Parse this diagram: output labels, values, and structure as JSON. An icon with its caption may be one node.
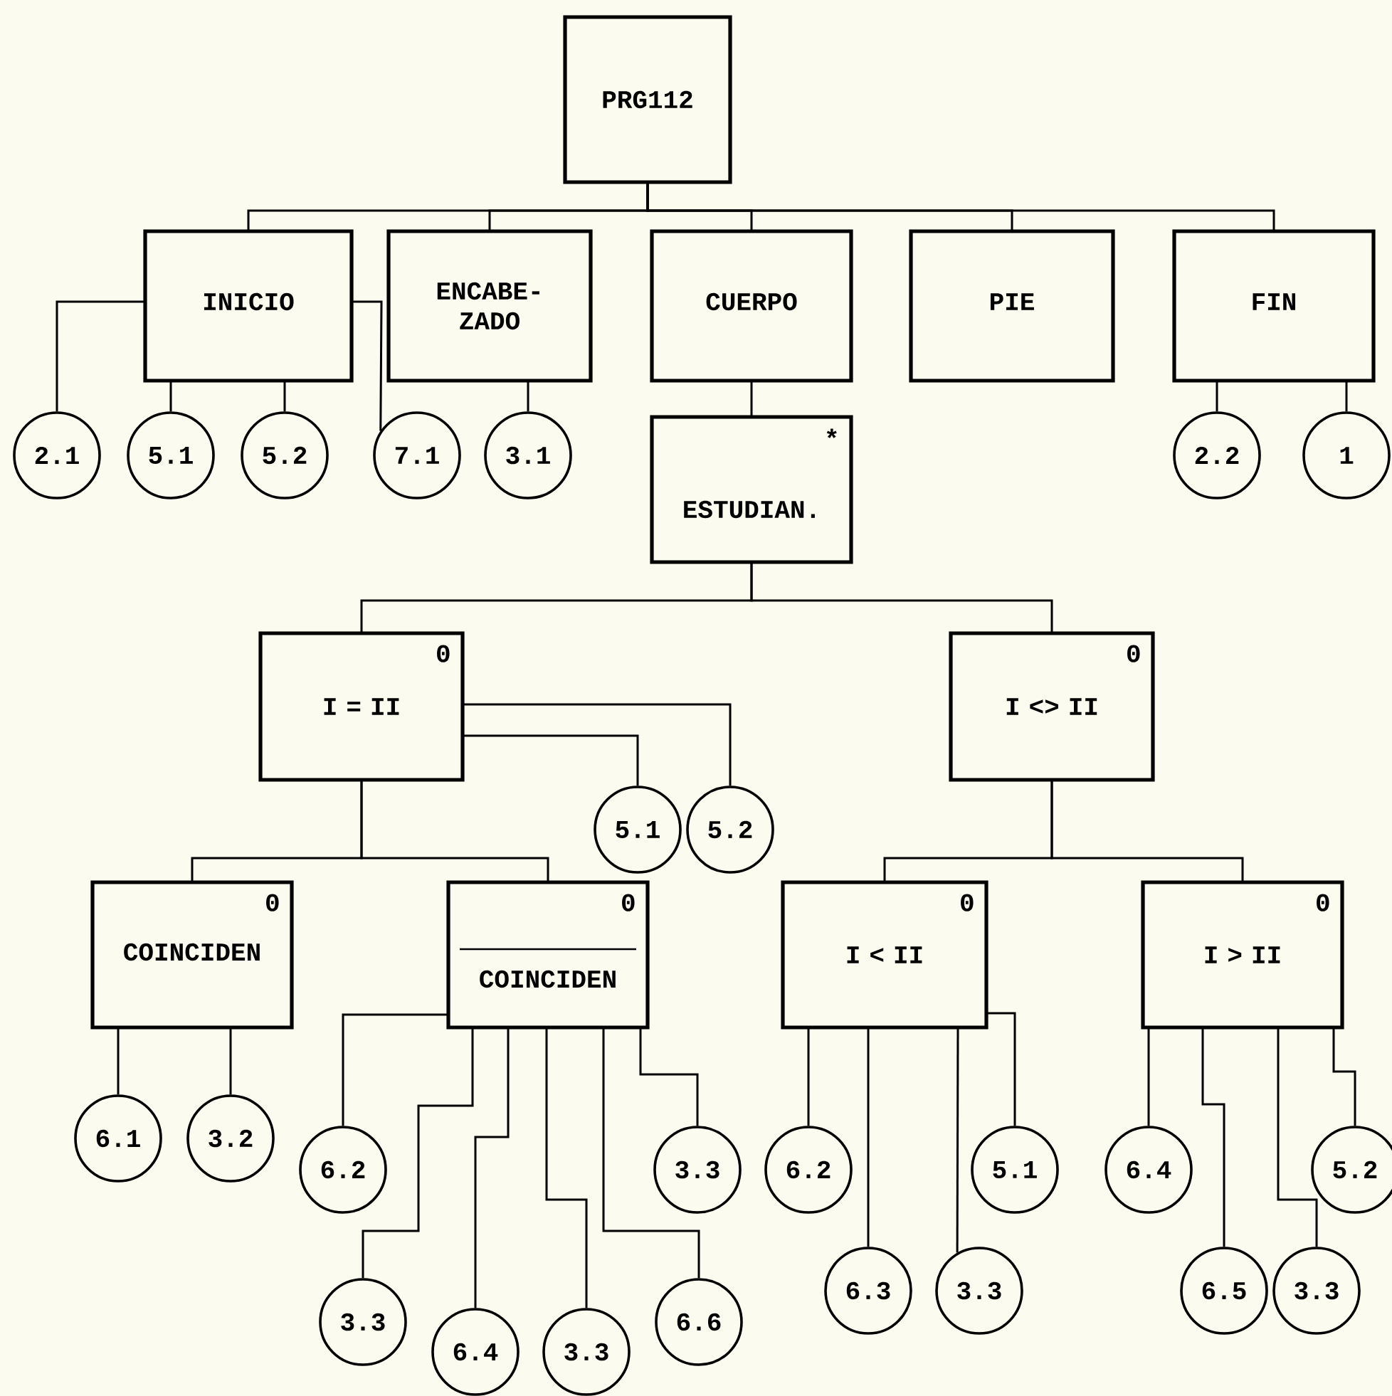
{
  "diagram": {
    "nodes": [
      {
        "text": [
          "PRG112"
        ]
      },
      {
        "text": [
          "INICIO"
        ]
      },
      {
        "text": [
          "ENCABE- ZADO"
        ]
      },
      {
        "text": [
          "CUERPO"
        ]
      },
      {
        "text": [
          "PIE"
        ]
      },
      {
        "text": [
          "FIN"
        ]
      },
      {
        "text": [
          "2.1"
        ]
      },
      {
        "text": [
          "5.1"
        ]
      },
      {
        "text": [
          "5.2"
        ]
      },
      {
        "text": [
          "7.1"
        ]
      },
      {
        "text": [
          "3.1"
        ]
      },
      {
        "text": [
          "ESTUDIAN.",
          "*"
        ]
      },
      {
        "text": [
          "2.2"
        ]
      },
      {
        "text": [
          "1"
        ]
      },
      {
        "text": [
          "I = II",
          "0"
        ]
      },
      {
        "text": [
          "I <> II",
          "0"
        ]
      },
      {
        "text": [
          "5.1"
        ]
      },
      {
        "text": [
          "5.2"
        ]
      },
      {
        "text": [
          "COINCIDEN",
          "0"
        ]
      },
      {
        "text": [
          "COINCIDEN",
          "0"
        ]
      },
      {
        "text": [
          "I < II",
          "0"
        ]
      },
      {
        "text": [
          "I > II",
          "0"
        ]
      },
      {
        "text": [
          "6.1"
        ]
      },
      {
        "text": [
          "3.2"
        ]
      },
      {
        "text": [
          "6.2"
        ]
      },
      {
        "text": [
          "3.3"
        ]
      },
      {
        "text": [
          "6.2"
        ]
      },
      {
        "text": [
          "5.1"
        ]
      },
      {
        "text": [
          "6.4"
        ]
      },
      {
        "text": [
          "5.2"
        ]
      },
      {
        "text": [
          "3.3"
        ]
      },
      {
        "text": [
          "6.4"
        ]
      },
      {
        "text": [
          "3.3"
        ]
      },
      {
        "text": [
          "6.6"
        ]
      },
      {
        "text": [
          "6.3"
        ]
      },
      {
        "text": [
          "3.3"
        ]
      },
      {
        "text": [
          "6.5"
        ]
      },
      {
        "text": [
          "3.3"
        ]
      }
    ],
    "edges": [
      {
        "from": 0,
        "to": 1,
        "arrow": "none"
      },
      {
        "from": 0,
        "to": 2,
        "arrow": "none"
      },
      {
        "from": 0,
        "to": 3,
        "arrow": "none"
      },
      {
        "from": 0,
        "to": 4,
        "arrow": "none"
      },
      {
        "from": 0,
        "to": 5,
        "arrow": "none"
      },
      {
        "from": 1,
        "to": 6,
        "arrow": "none"
      },
      {
        "from": 1,
        "to": 7,
        "arrow": "none"
      },
      {
        "from": 1,
        "to": 8,
        "arrow": "none"
      },
      {
        "from": 1,
        "to": 9,
        "arrow": "none"
      },
      {
        "from": 2,
        "to": 10,
        "arrow": "none"
      },
      {
        "from": 3,
        "to": 11,
        "arrow": "none"
      },
      {
        "from": 5,
        "to": 12,
        "arrow": "none"
      },
      {
        "from": 5,
        "to": 13,
        "arrow": "none"
      },
      {
        "from": 11,
        "to": 14,
        "arrow": "none"
      },
      {
        "from": 11,
        "to": 15,
        "arrow": "none"
      },
      {
        "from": 14,
        "to": 16,
        "arrow": "none"
      },
      {
        "from": 14,
        "to": 17,
        "arrow": "none"
      },
      {
        "from": 14,
        "to": 18,
        "arrow": "none"
      },
      {
        "from": 14,
        "to": 19,
        "arrow": "none"
      },
      {
        "from": 15,
        "to": 20,
        "arrow": "none"
      },
      {
        "from": 15,
        "to": 21,
        "arrow": "none"
      },
      {
        "from": 18,
        "to": 22,
        "arrow": "none"
      },
      {
        "from": 18,
        "to": 23,
        "arrow": "none"
      },
      {
        "from": 19,
        "to": 24,
        "arrow": "none"
      },
      {
        "from": 19,
        "to": 30,
        "arrow": "none"
      },
      {
        "from": 19,
        "to": 31,
        "arrow": "none"
      },
      {
        "from": 19,
        "to": 32,
        "arrow": "none"
      },
      {
        "from": 19,
        "to": 33,
        "arrow": "none"
      },
      {
        "from": 19,
        "to": 25,
        "arrow": "none"
      },
      {
        "from": 20,
        "to": 26,
        "arrow": "none"
      },
      {
        "from": 20,
        "to": 34,
        "arrow": "none"
      },
      {
        "from": 20,
        "to": 35,
        "arrow": "none"
      },
      {
        "from": 20,
        "to": 27,
        "arrow": "none"
      },
      {
        "from": 21,
        "to": 28,
        "arrow": "none"
      },
      {
        "from": 21,
        "to": 36,
        "arrow": "none"
      },
      {
        "from": 21,
        "to": 37,
        "arrow": "none"
      },
      {
        "from": 21,
        "to": 29,
        "arrow": "none"
      }
    ]
  }
}
